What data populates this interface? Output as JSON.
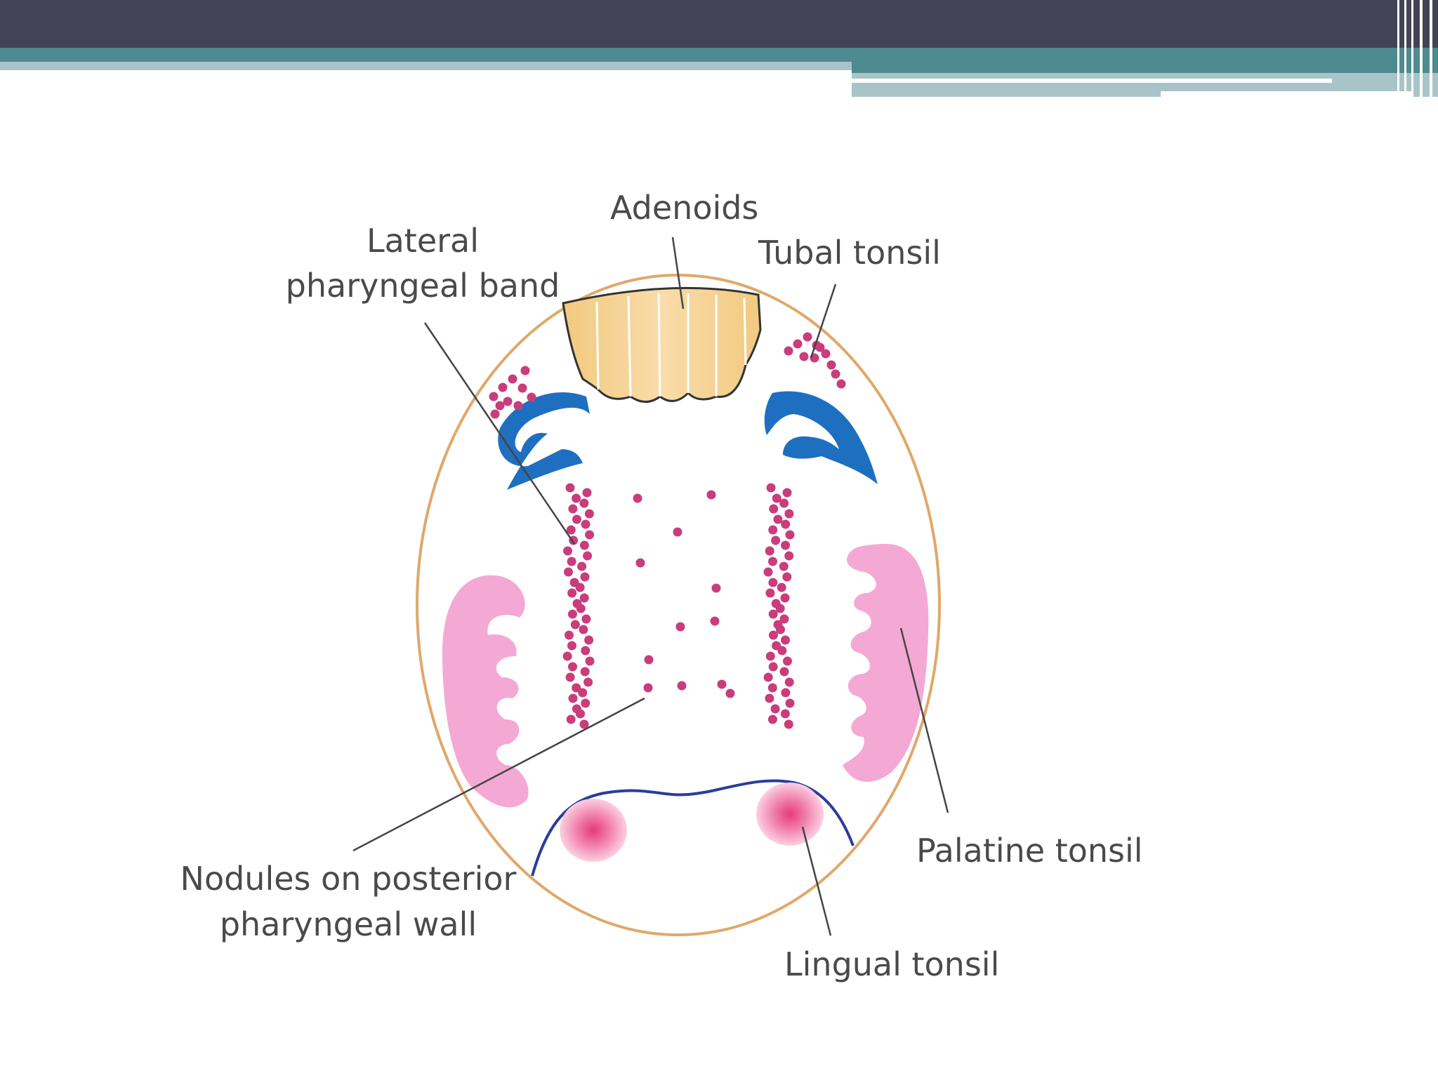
{
  "slide": {
    "header_colors": {
      "dark": "#424455",
      "teal": "#4e8a8f",
      "light": "#a9c4c9"
    }
  },
  "diagram": {
    "labels": {
      "adenoids": "Adenoids",
      "tubal_tonsil": "Tubal tonsil",
      "lateral_band_line1": "Lateral",
      "lateral_band_line2": "pharyngeal band",
      "palatine_tonsil": "Palatine tonsil",
      "lingual_tonsil": "Lingual tonsil",
      "nodules_line1": "Nodules on posterior",
      "nodules_line2": "pharyngeal wall"
    },
    "colors": {
      "outline": "#e0a86a",
      "adenoid_fill": "#f5d499",
      "eustachian": "#1f6fc1",
      "nodule": "#c93d7c",
      "palatine": "#f3a9d4",
      "lingual": "#e63a7d",
      "tongue_line": "#2a3c9c",
      "leader": "#444444"
    }
  }
}
